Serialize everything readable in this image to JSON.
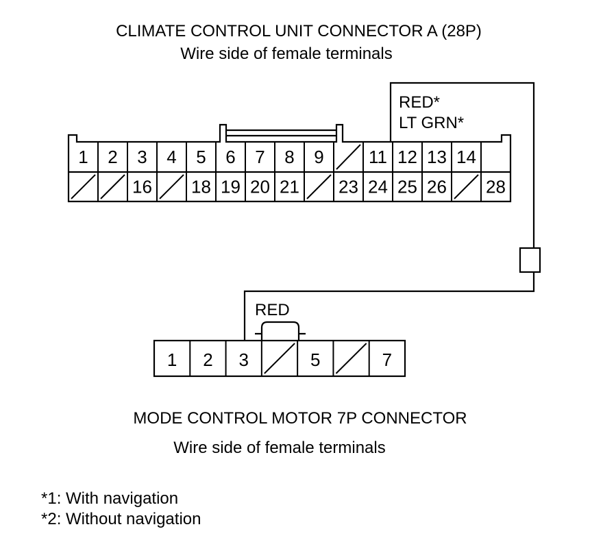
{
  "top_connector": {
    "title": "CLIMATE CONTROL UNIT CONNECTOR A (28P)",
    "subtitle": "Wire side of female terminals",
    "row1": [
      "1",
      "2",
      "3",
      "4",
      "5",
      "6",
      "7",
      "8",
      "9",
      "",
      "11",
      "12",
      "13",
      "14",
      ""
    ],
    "row2": [
      "",
      "",
      "16",
      "",
      "18",
      "19",
      "20",
      "21",
      "",
      "23",
      "24",
      "25",
      "26",
      "",
      "28"
    ],
    "wire_label_1": "RED*",
    "wire_label_2": "LT GRN*"
  },
  "bottom_connector": {
    "title": "MODE CONTROL MOTOR 7P CONNECTOR",
    "subtitle": "Wire side of female terminals",
    "pins": [
      "1",
      "2",
      "3",
      "",
      "5",
      "",
      "7"
    ],
    "wire_label": "RED"
  },
  "notes": {
    "note1": "*1: With navigation",
    "note2": "*2: Without navigation"
  }
}
